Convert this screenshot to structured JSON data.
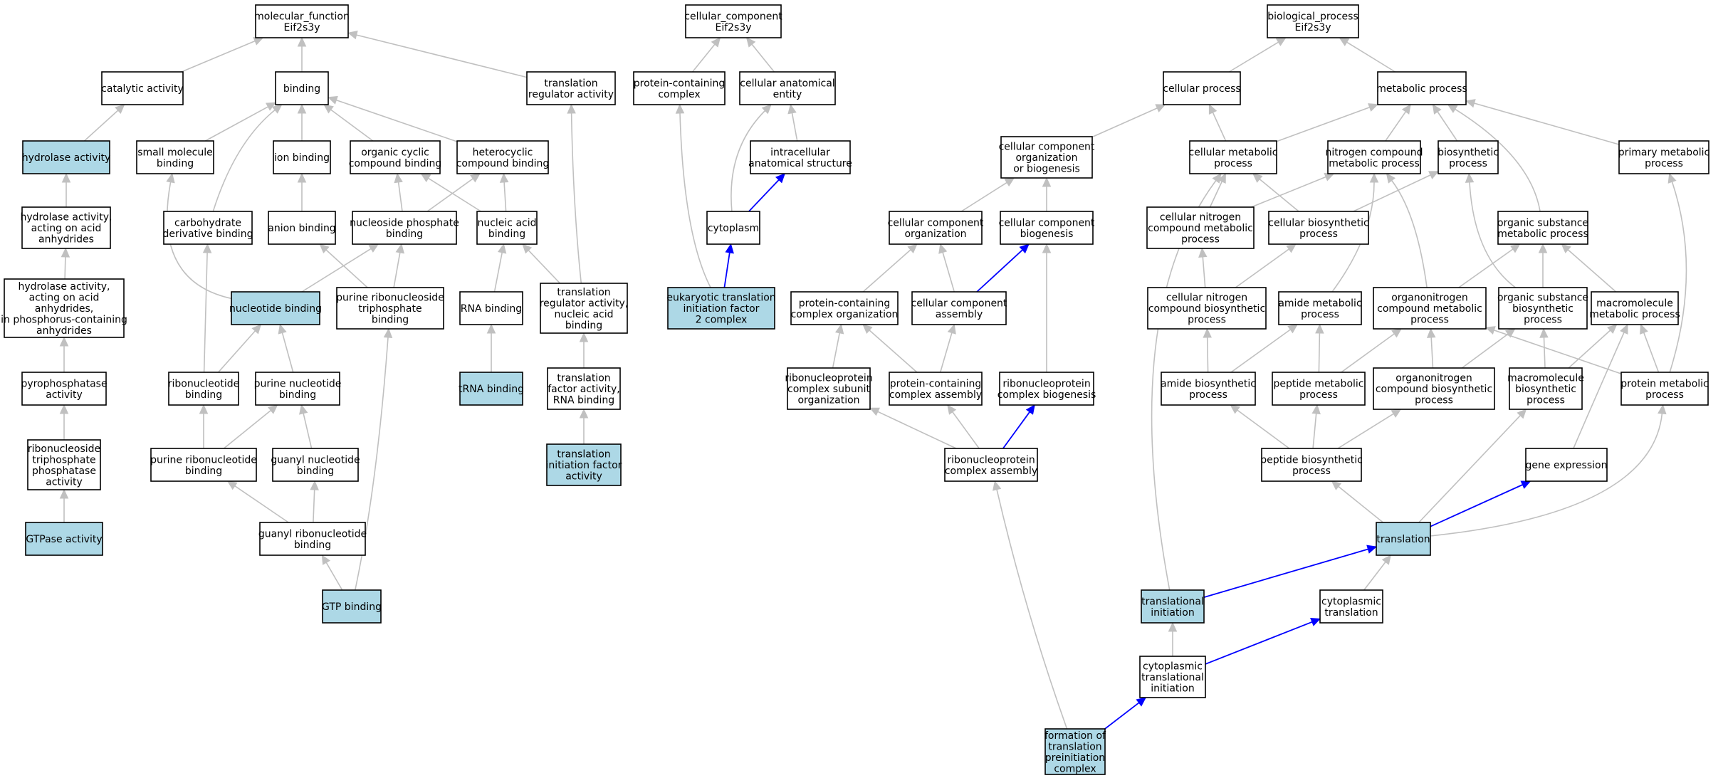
{
  "colors": {
    "highlight_fill": "#add8e6",
    "node_fill": "#ffffff",
    "node_border": "#000000",
    "edge_grey": "#c0c0c0",
    "edge_blue": "#0000ff"
  },
  "nodes": [
    {
      "id": "mf",
      "lines": [
        "molecular_function",
        "Eif2s3y"
      ],
      "highlight": false
    },
    {
      "id": "catalytic",
      "lines": [
        "catalytic activity"
      ],
      "highlight": false
    },
    {
      "id": "binding",
      "lines": [
        "binding"
      ],
      "highlight": false
    },
    {
      "id": "tra_reg",
      "lines": [
        "translation",
        "regulator activity"
      ],
      "highlight": false
    },
    {
      "id": "hydrolase",
      "lines": [
        "hydrolase activity"
      ],
      "highlight": true
    },
    {
      "id": "small_mol",
      "lines": [
        "small molecule",
        "binding"
      ],
      "highlight": false
    },
    {
      "id": "ion_bind",
      "lines": [
        "ion binding"
      ],
      "highlight": false
    },
    {
      "id": "org_cyc",
      "lines": [
        "organic cyclic",
        "compound binding"
      ],
      "highlight": false
    },
    {
      "id": "hetero",
      "lines": [
        "heterocyclic",
        "compound binding"
      ],
      "highlight": false
    },
    {
      "id": "hydro_acid",
      "lines": [
        "hydrolase activity,",
        "acting on acid",
        "anhydrides"
      ],
      "highlight": false
    },
    {
      "id": "carbo",
      "lines": [
        "carbohydrate",
        "derivative binding"
      ],
      "highlight": false
    },
    {
      "id": "anion",
      "lines": [
        "anion binding"
      ],
      "highlight": false
    },
    {
      "id": "nuc_phos",
      "lines": [
        "nucleoside phosphate",
        "binding"
      ],
      "highlight": false
    },
    {
      "id": "nuc_acid",
      "lines": [
        "nucleic acid",
        "binding"
      ],
      "highlight": false
    },
    {
      "id": "hydro_p",
      "lines": [
        "hydrolase activity,",
        "acting on acid",
        "anhydrides,",
        "in phosphorus-containing",
        "anhydrides"
      ],
      "highlight": false
    },
    {
      "id": "nucleotide",
      "lines": [
        "nucleotide binding"
      ],
      "highlight": true
    },
    {
      "id": "pur_rib_tri",
      "lines": [
        "purine ribonucleoside",
        "triphosphate",
        "binding"
      ],
      "highlight": false
    },
    {
      "id": "rna_bind",
      "lines": [
        "RNA binding"
      ],
      "highlight": false
    },
    {
      "id": "tra_reg_na",
      "lines": [
        "translation",
        "regulator activity,",
        "nucleic acid",
        "binding"
      ],
      "highlight": false
    },
    {
      "id": "pyro",
      "lines": [
        "pyrophosphatase",
        "activity"
      ],
      "highlight": false
    },
    {
      "id": "ribonuc",
      "lines": [
        "ribonucleotide",
        "binding"
      ],
      "highlight": false
    },
    {
      "id": "pur_nuc",
      "lines": [
        "purine nucleotide",
        "binding"
      ],
      "highlight": false
    },
    {
      "id": "trna",
      "lines": [
        "tRNA binding"
      ],
      "highlight": true
    },
    {
      "id": "tf_rna",
      "lines": [
        "translation",
        "factor activity,",
        "RNA binding"
      ],
      "highlight": false
    },
    {
      "id": "rntp",
      "lines": [
        "ribonucleoside",
        "triphosphate",
        "phosphatase",
        "activity"
      ],
      "highlight": false
    },
    {
      "id": "pur_ribonuc",
      "lines": [
        "purine ribonucleotide",
        "binding"
      ],
      "highlight": false
    },
    {
      "id": "guanyl_nuc",
      "lines": [
        "guanyl nucleotide",
        "binding"
      ],
      "highlight": false
    },
    {
      "id": "tif",
      "lines": [
        "translation",
        "initiation factor",
        "activity"
      ],
      "highlight": true
    },
    {
      "id": "gtpase",
      "lines": [
        "GTPase activity"
      ],
      "highlight": true
    },
    {
      "id": "guanyl_ribo",
      "lines": [
        "guanyl ribonucleotide",
        "binding"
      ],
      "highlight": false
    },
    {
      "id": "gtp",
      "lines": [
        "GTP binding"
      ],
      "highlight": true
    },
    {
      "id": "cc",
      "lines": [
        "cellular_component",
        "Eif2s3y"
      ],
      "highlight": false
    },
    {
      "id": "prot_cont",
      "lines": [
        "protein-containing",
        "complex"
      ],
      "highlight": false
    },
    {
      "id": "cell_anat",
      "lines": [
        "cellular anatomical",
        "entity"
      ],
      "highlight": false
    },
    {
      "id": "intracell",
      "lines": [
        "intracellular",
        "anatomical structure"
      ],
      "highlight": false
    },
    {
      "id": "cytoplasm",
      "lines": [
        "cytoplasm"
      ],
      "highlight": false
    },
    {
      "id": "eif2",
      "lines": [
        "eukaryotic translation",
        "initiation factor",
        "2 complex"
      ],
      "highlight": true
    },
    {
      "id": "bp",
      "lines": [
        "biological_process",
        "Eif2s3y"
      ],
      "highlight": false
    },
    {
      "id": "cell_proc",
      "lines": [
        "cellular process"
      ],
      "highlight": false
    },
    {
      "id": "metab",
      "lines": [
        "metabolic process"
      ],
      "highlight": false
    },
    {
      "id": "cc_org_bio",
      "lines": [
        "cellular component",
        "organization",
        "or biogenesis"
      ],
      "highlight": false
    },
    {
      "id": "cell_metab",
      "lines": [
        "cellular metabolic",
        "process"
      ],
      "highlight": false
    },
    {
      "id": "nitro_metab",
      "lines": [
        "nitrogen compound",
        "metabolic process"
      ],
      "highlight": false
    },
    {
      "id": "biosyn",
      "lines": [
        "biosynthetic",
        "process"
      ],
      "highlight": false
    },
    {
      "id": "prim_metab",
      "lines": [
        "primary metabolic",
        "process"
      ],
      "highlight": false
    },
    {
      "id": "cc_org",
      "lines": [
        "cellular component",
        "organization"
      ],
      "highlight": false
    },
    {
      "id": "cc_bio",
      "lines": [
        "cellular component",
        "biogenesis"
      ],
      "highlight": false
    },
    {
      "id": "cell_nitro",
      "lines": [
        "cellular nitrogen",
        "compound metabolic",
        "process"
      ],
      "highlight": false
    },
    {
      "id": "cell_biosyn",
      "lines": [
        "cellular biosynthetic",
        "process"
      ],
      "highlight": false
    },
    {
      "id": "org_sub_metab",
      "lines": [
        "organic substance",
        "metabolic process"
      ],
      "highlight": false
    },
    {
      "id": "pc_org",
      "lines": [
        "protein-containing",
        "complex organization"
      ],
      "highlight": false
    },
    {
      "id": "cc_assembly",
      "lines": [
        "cellular component",
        "assembly"
      ],
      "highlight": false
    },
    {
      "id": "cell_nitro_bio",
      "lines": [
        "cellular nitrogen",
        "compound biosynthetic",
        "process"
      ],
      "highlight": false
    },
    {
      "id": "amide_metab",
      "lines": [
        "amide metabolic",
        "process"
      ],
      "highlight": false
    },
    {
      "id": "orgnitro_metab",
      "lines": [
        "organonitrogen",
        "compound metabolic",
        "process"
      ],
      "highlight": false
    },
    {
      "id": "org_sub_bio",
      "lines": [
        "organic substance",
        "biosynthetic",
        "process"
      ],
      "highlight": false
    },
    {
      "id": "macro_metab",
      "lines": [
        "macromolecule",
        "metabolic process"
      ],
      "highlight": false
    },
    {
      "id": "rnp_sub_org",
      "lines": [
        "ribonucleoprotein",
        "complex subunit",
        "organization"
      ],
      "highlight": false
    },
    {
      "id": "pc_assembly",
      "lines": [
        "protein-containing",
        "complex assembly"
      ],
      "highlight": false
    },
    {
      "id": "rnp_bio",
      "lines": [
        "ribonucleoprotein",
        "complex biogenesis"
      ],
      "highlight": false
    },
    {
      "id": "amide_bio",
      "lines": [
        "amide biosynthetic",
        "process"
      ],
      "highlight": false
    },
    {
      "id": "pep_metab",
      "lines": [
        "peptide metabolic",
        "process"
      ],
      "highlight": false
    },
    {
      "id": "orgnitro_bio",
      "lines": [
        "organonitrogen",
        "compound biosynthetic",
        "process"
      ],
      "highlight": false
    },
    {
      "id": "macro_bio",
      "lines": [
        "macromolecule",
        "biosynthetic",
        "process"
      ],
      "highlight": false
    },
    {
      "id": "prot_metab",
      "lines": [
        "protein metabolic",
        "process"
      ],
      "highlight": false
    },
    {
      "id": "rnp_assembly",
      "lines": [
        "ribonucleoprotein",
        "complex assembly"
      ],
      "highlight": false
    },
    {
      "id": "pep_bio",
      "lines": [
        "peptide biosynthetic",
        "process"
      ],
      "highlight": false
    },
    {
      "id": "gene_expr",
      "lines": [
        "gene expression"
      ],
      "highlight": false
    },
    {
      "id": "translation",
      "lines": [
        "translation"
      ],
      "highlight": true
    },
    {
      "id": "trans_init",
      "lines": [
        "translational",
        "initiation"
      ],
      "highlight": true
    },
    {
      "id": "cyto_trans",
      "lines": [
        "cytoplasmic",
        "translation"
      ],
      "highlight": false
    },
    {
      "id": "cyto_trans_init",
      "lines": [
        "cytoplasmic",
        "translational",
        "initiation"
      ],
      "highlight": false
    },
    {
      "id": "form_tpc",
      "lines": [
        "formation of",
        "translation",
        "preinitiation",
        "complex"
      ],
      "highlight": true
    }
  ],
  "edges": [
    {
      "from": "catalytic",
      "to": "mf",
      "color": "grey"
    },
    {
      "from": "binding",
      "to": "mf",
      "color": "grey"
    },
    {
      "from": "tra_reg",
      "to": "mf",
      "color": "grey"
    },
    {
      "from": "hydrolase",
      "to": "catalytic",
      "color": "grey"
    },
    {
      "from": "small_mol",
      "to": "binding",
      "color": "grey"
    },
    {
      "from": "ion_bind",
      "to": "binding",
      "color": "grey"
    },
    {
      "from": "org_cyc",
      "to": "binding",
      "color": "grey"
    },
    {
      "from": "hetero",
      "to": "binding",
      "color": "grey"
    },
    {
      "from": "carbo",
      "to": "binding",
      "color": "grey"
    },
    {
      "from": "hydro_acid",
      "to": "hydrolase",
      "color": "grey"
    },
    {
      "from": "anion",
      "to": "ion_bind",
      "color": "grey"
    },
    {
      "from": "nuc_phos",
      "to": "org_cyc",
      "color": "grey"
    },
    {
      "from": "nuc_phos",
      "to": "hetero",
      "color": "grey"
    },
    {
      "from": "nuc_acid",
      "to": "org_cyc",
      "color": "grey"
    },
    {
      "from": "nuc_acid",
      "to": "hetero",
      "color": "grey"
    },
    {
      "from": "hydro_p",
      "to": "hydro_acid",
      "color": "grey"
    },
    {
      "from": "nucleotide",
      "to": "small_mol",
      "color": "grey"
    },
    {
      "from": "nucleotide",
      "to": "nuc_phos",
      "color": "grey"
    },
    {
      "from": "pur_rib_tri",
      "to": "anion",
      "color": "grey"
    },
    {
      "from": "pur_rib_tri",
      "to": "nuc_phos",
      "color": "grey"
    },
    {
      "from": "rna_bind",
      "to": "nuc_acid",
      "color": "grey"
    },
    {
      "from": "tra_reg_na",
      "to": "nuc_acid",
      "color": "grey"
    },
    {
      "from": "tra_reg_na",
      "to": "tra_reg",
      "color": "grey"
    },
    {
      "from": "pyro",
      "to": "hydro_p",
      "color": "grey"
    },
    {
      "from": "ribonuc",
      "to": "carbo",
      "color": "grey"
    },
    {
      "from": "ribonuc",
      "to": "nucleotide",
      "color": "grey"
    },
    {
      "from": "pur_nuc",
      "to": "nucleotide",
      "color": "grey"
    },
    {
      "from": "trna",
      "to": "rna_bind",
      "color": "grey"
    },
    {
      "from": "tf_rna",
      "to": "tra_reg_na",
      "color": "grey"
    },
    {
      "from": "rntp",
      "to": "pyro",
      "color": "grey"
    },
    {
      "from": "pur_ribonuc",
      "to": "ribonuc",
      "color": "grey"
    },
    {
      "from": "pur_ribonuc",
      "to": "pur_nuc",
      "color": "grey"
    },
    {
      "from": "guanyl_nuc",
      "to": "pur_nuc",
      "color": "grey"
    },
    {
      "from": "tif",
      "to": "tf_rna",
      "color": "grey"
    },
    {
      "from": "gtpase",
      "to": "rntp",
      "color": "grey"
    },
    {
      "from": "guanyl_ribo",
      "to": "pur_ribonuc",
      "color": "grey"
    },
    {
      "from": "guanyl_ribo",
      "to": "guanyl_nuc",
      "color": "grey"
    },
    {
      "from": "gtp",
      "to": "guanyl_ribo",
      "color": "grey"
    },
    {
      "from": "gtp",
      "to": "pur_rib_tri",
      "color": "grey"
    },
    {
      "from": "prot_cont",
      "to": "cc",
      "color": "grey"
    },
    {
      "from": "cell_anat",
      "to": "cc",
      "color": "grey"
    },
    {
      "from": "intracell",
      "to": "cell_anat",
      "color": "grey"
    },
    {
      "from": "cytoplasm",
      "to": "cell_anat",
      "color": "grey"
    },
    {
      "from": "cytoplasm",
      "to": "intracell",
      "color": "blue"
    },
    {
      "from": "eif2",
      "to": "prot_cont",
      "color": "grey"
    },
    {
      "from": "eif2",
      "to": "cytoplasm",
      "color": "blue"
    },
    {
      "from": "cell_proc",
      "to": "bp",
      "color": "grey"
    },
    {
      "from": "metab",
      "to": "bp",
      "color": "grey"
    },
    {
      "from": "cc_org_bio",
      "to": "cell_proc",
      "color": "grey"
    },
    {
      "from": "cell_metab",
      "to": "cell_proc",
      "color": "grey"
    },
    {
      "from": "cell_metab",
      "to": "metab",
      "color": "grey"
    },
    {
      "from": "nitro_metab",
      "to": "metab",
      "color": "grey"
    },
    {
      "from": "biosyn",
      "to": "metab",
      "color": "grey"
    },
    {
      "from": "prim_metab",
      "to": "metab",
      "color": "grey"
    },
    {
      "from": "org_sub_metab",
      "to": "metab",
      "color": "grey"
    },
    {
      "from": "cc_org",
      "to": "cc_org_bio",
      "color": "grey"
    },
    {
      "from": "cc_bio",
      "to": "cc_org_bio",
      "color": "grey"
    },
    {
      "from": "cell_nitro",
      "to": "cell_metab",
      "color": "grey"
    },
    {
      "from": "cell_nitro",
      "to": "nitro_metab",
      "color": "grey"
    },
    {
      "from": "cell_biosyn",
      "to": "cell_metab",
      "color": "grey"
    },
    {
      "from": "cell_biosyn",
      "to": "biosyn",
      "color": "grey"
    },
    {
      "from": "pc_org",
      "to": "cc_org",
      "color": "grey"
    },
    {
      "from": "cc_assembly",
      "to": "cc_org",
      "color": "grey"
    },
    {
      "from": "cc_assembly",
      "to": "cc_bio",
      "color": "blue"
    },
    {
      "from": "cell_nitro_bio",
      "to": "cell_nitro",
      "color": "grey"
    },
    {
      "from": "cell_nitro_bio",
      "to": "cell_biosyn",
      "color": "grey"
    },
    {
      "from": "amide_metab",
      "to": "nitro_metab",
      "color": "grey"
    },
    {
      "from": "orgnitro_metab",
      "to": "nitro_metab",
      "color": "grey"
    },
    {
      "from": "orgnitro_metab",
      "to": "org_sub_metab",
      "color": "grey"
    },
    {
      "from": "org_sub_bio",
      "to": "biosyn",
      "color": "grey"
    },
    {
      "from": "org_sub_bio",
      "to": "org_sub_metab",
      "color": "grey"
    },
    {
      "from": "macro_metab",
      "to": "org_sub_metab",
      "color": "grey"
    },
    {
      "from": "rnp_sub_org",
      "to": "pc_org",
      "color": "grey"
    },
    {
      "from": "pc_assembly",
      "to": "pc_org",
      "color": "grey"
    },
    {
      "from": "pc_assembly",
      "to": "cc_assembly",
      "color": "grey"
    },
    {
      "from": "rnp_bio",
      "to": "cc_bio",
      "color": "grey"
    },
    {
      "from": "amide_bio",
      "to": "amide_metab",
      "color": "grey"
    },
    {
      "from": "amide_bio",
      "to": "cell_nitro_bio",
      "color": "grey"
    },
    {
      "from": "pep_metab",
      "to": "amide_metab",
      "color": "grey"
    },
    {
      "from": "pep_metab",
      "to": "orgnitro_metab",
      "color": "grey"
    },
    {
      "from": "orgnitro_bio",
      "to": "orgnitro_metab",
      "color": "grey"
    },
    {
      "from": "orgnitro_bio",
      "to": "org_sub_bio",
      "color": "grey"
    },
    {
      "from": "macro_bio",
      "to": "org_sub_bio",
      "color": "grey"
    },
    {
      "from": "macro_bio",
      "to": "macro_metab",
      "color": "grey"
    },
    {
      "from": "prot_metab",
      "to": "orgnitro_metab",
      "color": "grey"
    },
    {
      "from": "prot_metab",
      "to": "macro_metab",
      "color": "grey"
    },
    {
      "from": "prot_metab",
      "to": "prim_metab",
      "color": "grey"
    },
    {
      "from": "rnp_assembly",
      "to": "rnp_sub_org",
      "color": "grey"
    },
    {
      "from": "rnp_assembly",
      "to": "pc_assembly",
      "color": "grey"
    },
    {
      "from": "rnp_assembly",
      "to": "rnp_bio",
      "color": "blue"
    },
    {
      "from": "pep_bio",
      "to": "amide_bio",
      "color": "grey"
    },
    {
      "from": "pep_bio",
      "to": "pep_metab",
      "color": "grey"
    },
    {
      "from": "pep_bio",
      "to": "orgnitro_bio",
      "color": "grey"
    },
    {
      "from": "gene_expr",
      "to": "macro_metab",
      "color": "grey"
    },
    {
      "from": "translation",
      "to": "pep_bio",
      "color": "grey"
    },
    {
      "from": "translation",
      "to": "macro_bio",
      "color": "grey"
    },
    {
      "from": "translation",
      "to": "gene_expr",
      "color": "blue"
    },
    {
      "from": "translation",
      "to": "prot_metab",
      "color": "grey"
    },
    {
      "from": "trans_init",
      "to": "cell_metab",
      "color": "grey"
    },
    {
      "from": "trans_init",
      "to": "translation",
      "color": "blue"
    },
    {
      "from": "cyto_trans",
      "to": "translation",
      "color": "grey"
    },
    {
      "from": "cyto_trans_init",
      "to": "trans_init",
      "color": "grey"
    },
    {
      "from": "cyto_trans_init",
      "to": "cyto_trans",
      "color": "blue"
    },
    {
      "from": "form_tpc",
      "to": "cyto_trans_init",
      "color": "blue"
    },
    {
      "from": "form_tpc",
      "to": "rnp_assembly",
      "color": "grey"
    }
  ]
}
